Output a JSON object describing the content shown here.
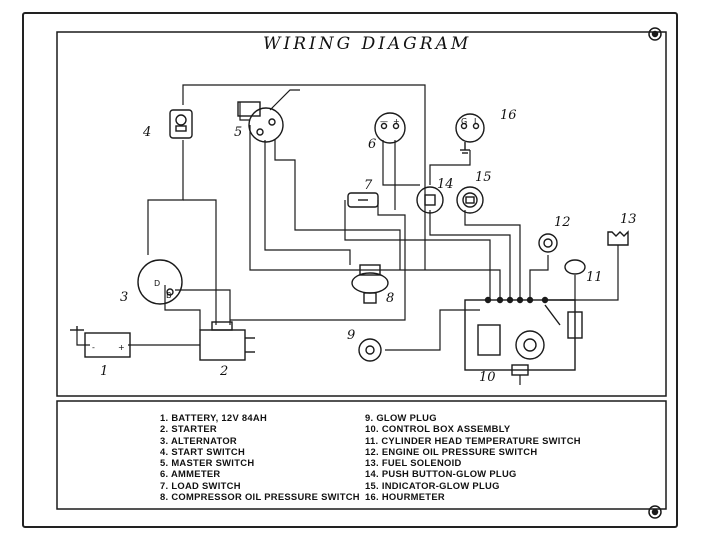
{
  "title": "WIRING DIAGRAM",
  "component_numbers": [
    "1",
    "2",
    "3",
    "4",
    "5",
    "6",
    "7",
    "8",
    "9",
    "10",
    "11",
    "12",
    "13",
    "14",
    "15",
    "16"
  ],
  "symbols": {
    "ammeter_minus": "—",
    "ammeter_plus": "+",
    "hourmeter_g": "G",
    "hourmeter_i": "I",
    "battery_minus": "-",
    "battery_plus": "+",
    "alt_d": "D",
    "alt_b": "B"
  },
  "legend_left": [
    "1.  BATTERY, 12V 84AH",
    "2.  STARTER",
    "3.  ALTERNATOR",
    "4.  START SWITCH",
    "5.  MASTER SWITCH",
    "6.  AMMETER",
    "7.  LOAD SWITCH",
    "8.  COMPRESSOR OIL PRESSURE SWITCH"
  ],
  "legend_right": [
    "9.  GLOW PLUG",
    "10.  CONTROL BOX ASSEMBLY",
    "11.  CYLINDER HEAD TEMPERATURE SWITCH",
    "12.  ENGINE OIL PRESSURE SWITCH",
    "13.  FUEL SOLENOID",
    "14.  PUSH BUTTON-GLOW PLUG",
    "15.  INDICATOR-GLOW PLUG",
    "16.  HOURMETER"
  ]
}
